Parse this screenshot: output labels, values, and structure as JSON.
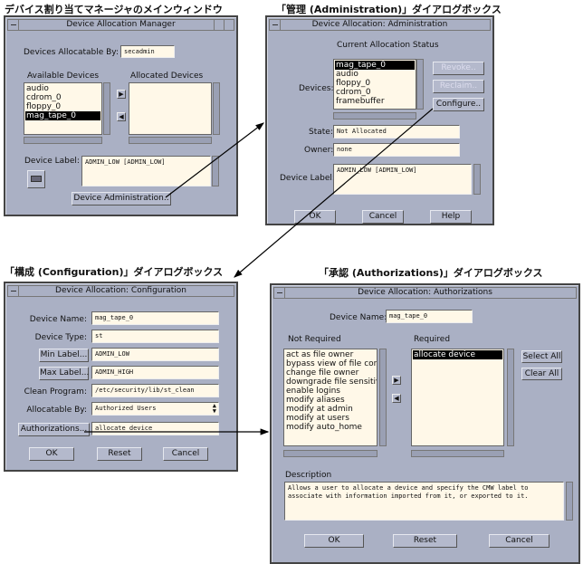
{
  "captions": {
    "main": "デバイス割り当てマネージャのメインウィンドウ",
    "admin": "「管理 (Administration)」ダイアログボックス",
    "config": "「構成 (Configuration)」ダイアログボックス",
    "auth": "「承認 (Authorizations)」ダイアログボックス"
  },
  "manager": {
    "title": "Device Allocation Manager",
    "allocatable_by_label": "Devices Allocatable By:",
    "allocatable_by_value": "secadmin",
    "available_header": "Available Devices",
    "allocated_header": "Allocated Devices",
    "available": [
      "audio",
      "cdrom_0",
      "floppy_0",
      "mag_tape_0"
    ],
    "selected_index": 3,
    "device_label_label": "Device Label:",
    "device_label_value": "ADMIN_LOW [ADMIN_LOW]",
    "admin_button": "Device Administration..",
    "allocate_icon": "right-arrow",
    "deallocate_icon": "left-arrow"
  },
  "admin": {
    "title": "Device Allocation: Administration",
    "section": "Current Allocation Status",
    "devices_label": "Devices:",
    "devices": [
      "mag_tape_0",
      "audio",
      "floppy_0",
      "cdrom_0",
      "framebuffer"
    ],
    "revoke": "Revoke..",
    "reclaim": "Reclaim..",
    "configure": "Configure..",
    "state_label": "State:",
    "state_value": "Not Allocated",
    "owner_label": "Owner:",
    "owner_value": "none",
    "device_label_label": "Device Label:",
    "device_label_value": "ADMIN_LOW [ADMIN_LOW]",
    "ok": "OK",
    "cancel": "Cancel",
    "help": "Help"
  },
  "config": {
    "title": "Device Allocation: Configuration",
    "device_name_label": "Device Name:",
    "device_name": "mag_tape_0",
    "device_type_label": "Device Type:",
    "device_type": "st",
    "min_label_button": "Min Label...",
    "min_label": "ADMIN_LOW",
    "max_label_button": "Max Label...",
    "max_label": "ADMIN_HIGH",
    "clean_program_label": "Clean Program:",
    "clean_program": "/etc/security/lib/st_clean",
    "allocatable_by_label": "Allocatable By:",
    "allocatable_by": "Authorized Users",
    "authorizations_button": "Authorizations...",
    "authorizations": "allocate device",
    "ok": "OK",
    "reset": "Reset",
    "cancel": "Cancel"
  },
  "auth": {
    "title": "Device Allocation: Authorizations",
    "device_name_label": "Device Name:",
    "device_name": "mag_tape_0",
    "not_required_header": "Not Required",
    "required_header": "Required",
    "not_required": [
      "act as file owner",
      "bypass view of file con",
      "change file owner",
      "downgrade file sensitiv",
      "enable logins",
      "modify aliases",
      "modify at admin",
      "modify at users",
      "modify auto_home"
    ],
    "required": [
      "allocate device"
    ],
    "select_all": "Select All",
    "clear_all": "Clear All",
    "description_label": "Description",
    "description": "Allows a user to allocate a device and specify the CMW label to associate with information imported from it, or exported to it.",
    "ok": "OK",
    "reset": "Reset",
    "cancel": "Cancel"
  }
}
